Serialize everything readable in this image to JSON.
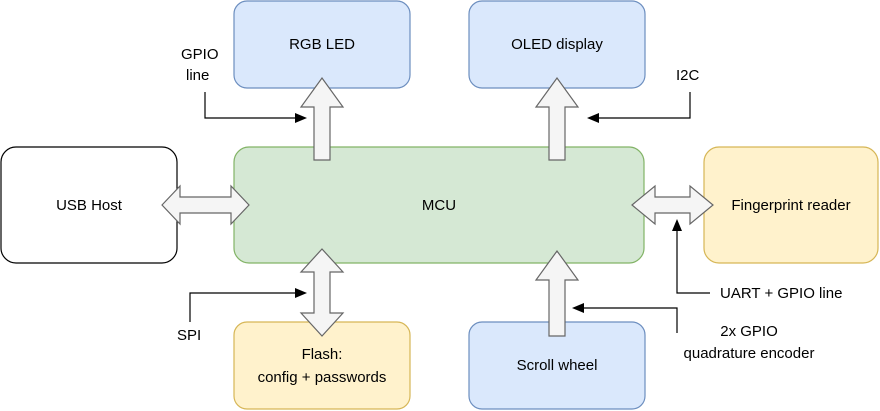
{
  "blocks": {
    "rgb_led": "RGB LED",
    "oled_display": "OLED display",
    "usb_host": "USB Host",
    "mcu": "MCU",
    "fingerprint_reader": "Fingerprint reader",
    "flash_line1": "Flash:",
    "flash_line2": "config + passwords",
    "scroll_wheel": "Scroll wheel"
  },
  "annotations": {
    "gpio_line1": "GPIO",
    "gpio_line2": "line",
    "i2c": "I2C",
    "spi": "SPI",
    "uart_gpio": "UART + GPIO line",
    "encoder_line1": "2x GPIO",
    "encoder_line2": "quadrature encoder"
  },
  "colors": {
    "blue_fill": "#dae8fc",
    "green_fill": "#d5e8d4",
    "yellow_fill": "#fff2cc",
    "arrow_fill": "#f5f5f5"
  }
}
